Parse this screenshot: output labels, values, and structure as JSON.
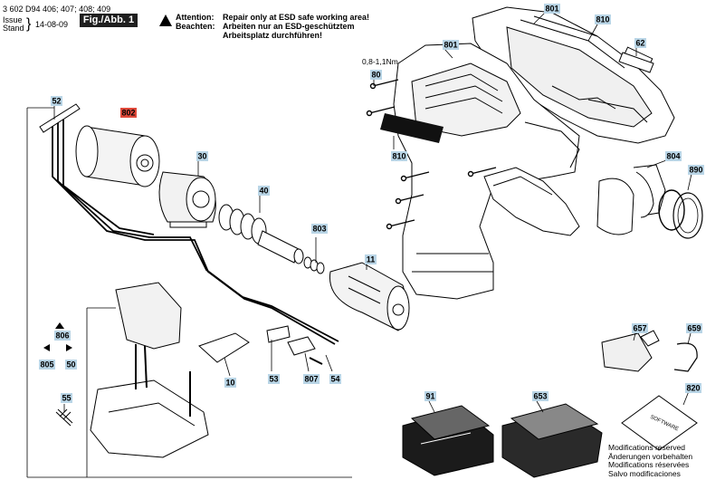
{
  "header": {
    "doc_number": "3 602 D94 406; 407; 408; 409",
    "issue_label": "Issue",
    "stand_label": "Stand",
    "date": "14-08-09",
    "figure": "Fig./Abb. 1",
    "attention_label": "Attention:",
    "attention_text": "Repair only at ESD safe working area!",
    "beachten_label": "Beachten:",
    "beachten_line1": "Arbeiten nur an ESD-geschütztem",
    "beachten_line2": "Arbeitsplatz durchführen!"
  },
  "torque_spec": "0,8-1,1Nm",
  "software_label": "SOFTWARE",
  "parts": [
    {
      "id": "801",
      "label": "801"
    },
    {
      "id": "810",
      "label": "810"
    },
    {
      "id": "62",
      "label": "62"
    },
    {
      "id": "801b",
      "label": "801"
    },
    {
      "id": "80",
      "label": "80"
    },
    {
      "id": "810b",
      "label": "810"
    },
    {
      "id": "802",
      "label": "802"
    },
    {
      "id": "52",
      "label": "52"
    },
    {
      "id": "30",
      "label": "30"
    },
    {
      "id": "40",
      "label": "40"
    },
    {
      "id": "803",
      "label": "803"
    },
    {
      "id": "11",
      "label": "11"
    },
    {
      "id": "804",
      "label": "804"
    },
    {
      "id": "890",
      "label": "890"
    },
    {
      "id": "806",
      "label": "806"
    },
    {
      "id": "805",
      "label": "805"
    },
    {
      "id": "50",
      "label": "50"
    },
    {
      "id": "55",
      "label": "55"
    },
    {
      "id": "10",
      "label": "10"
    },
    {
      "id": "53",
      "label": "53"
    },
    {
      "id": "807",
      "label": "807"
    },
    {
      "id": "54",
      "label": "54"
    },
    {
      "id": "91",
      "label": "91"
    },
    {
      "id": "653",
      "label": "653"
    },
    {
      "id": "657",
      "label": "657"
    },
    {
      "id": "659",
      "label": "659"
    },
    {
      "id": "820",
      "label": "820"
    }
  ],
  "modifications": [
    "Modifications reserved",
    "Änderungen vorbehalten",
    "Modifications réservées",
    "Salvo modificaciones"
  ],
  "colors": {
    "label_blue": "#b9d5e6",
    "label_red": "#e0493a",
    "line": "#000000"
  }
}
